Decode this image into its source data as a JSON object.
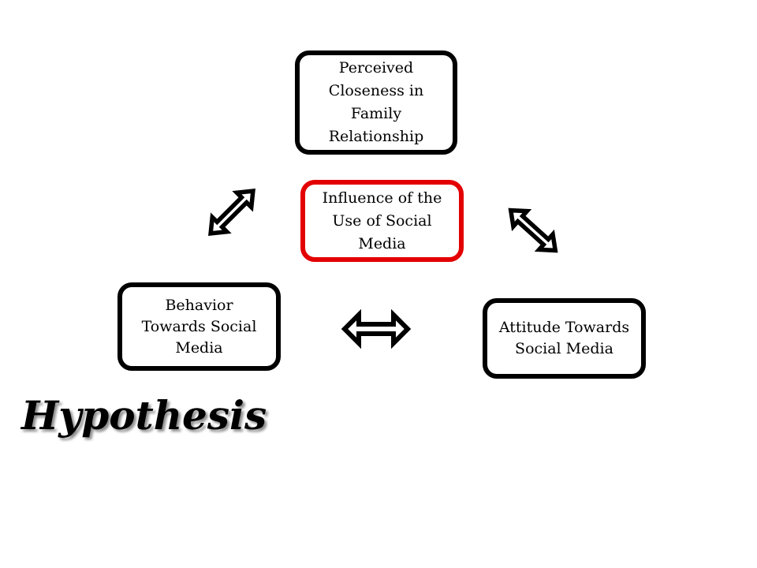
{
  "diagram": {
    "nodes": {
      "closeness": "Perceived\nCloseness in\nFamily\nRelationship",
      "influence": "Influence of the\nUse of Social\nMedia",
      "behavior": "Behavior\nTowards Social\nMedia",
      "attitude": "Attitude Towards\nSocial Media"
    },
    "highlight_color": "#e30000",
    "arrows": [
      {
        "from": "behavior",
        "to": "closeness",
        "style": "double-headed"
      },
      {
        "from": "closeness",
        "to": "attitude",
        "style": "double-headed"
      },
      {
        "from": "behavior",
        "to": "attitude",
        "style": "double-headed"
      }
    ]
  },
  "title": "Hypothesis"
}
